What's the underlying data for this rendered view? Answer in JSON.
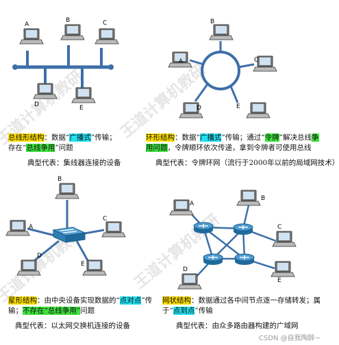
{
  "watermark": "王道计算机教研",
  "credit": "CSDN @自我陶醉~",
  "bus": {
    "nodes": [
      "A",
      "B",
      "C",
      "D",
      "E"
    ],
    "caption": {
      "term": "总线形结构",
      "t1": "：数据“",
      "hl1": "广播式",
      "t2": "”传输；",
      "t3": "存在“",
      "hl2": "总线争用",
      "t4": "”问题"
    },
    "typical": "典型代表：集线器连接的设备"
  },
  "ring": {
    "nodes": [
      "A",
      "B",
      "C",
      "D",
      "E"
    ],
    "caption": {
      "term": "环形结构",
      "t1": "：数据“",
      "hl1": "广播式",
      "t2": "”传输；通过“",
      "hl2": "令牌",
      "t3": "”解决总线",
      "hl3": "争用问题",
      "t4": "，令牌顺环依次传递，拿到令牌者可使用总线"
    },
    "typical": "典型代表：令牌环网（流行于2000年以前的局域网技术）"
  },
  "star": {
    "nodes": [
      "A",
      "B",
      "C",
      "D",
      "E"
    ],
    "caption": {
      "term": "星形结构",
      "t1": "：由中央设备实现数据的“",
      "hl1": "点对点",
      "t2": "”传输；",
      "hl2": "不存在“总线争用”",
      "t3": "问题"
    },
    "typical": "典型代表：以太网交换机连接的设备"
  },
  "mesh": {
    "nodes": [
      "A",
      "B",
      "C",
      "D",
      "E"
    ],
    "caption": {
      "term": "网状结构",
      "t1": "：数据通过各中间节点逐一存储转发；属于“",
      "hl1": "点到点",
      "t2": "”传输"
    },
    "typical": "典型代表：由众多路由器构建的广域网"
  }
}
